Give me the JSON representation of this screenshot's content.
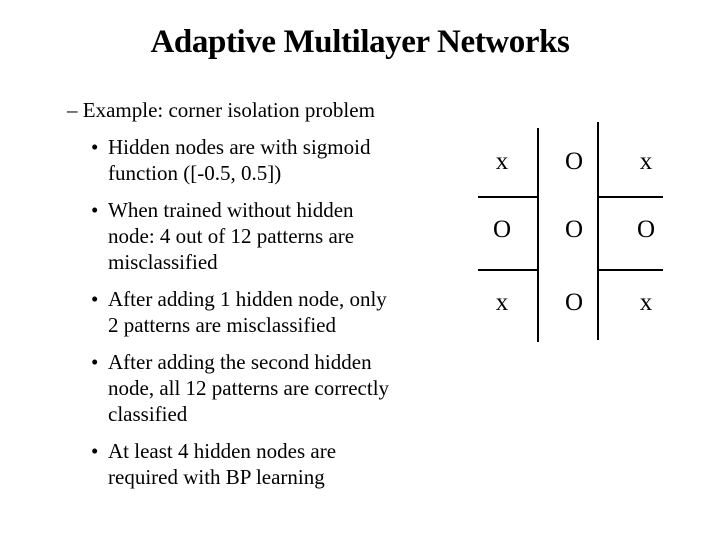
{
  "slide": {
    "title": "Adaptive Multilayer Networks",
    "background_color": "#ffffff",
    "text_color": "#000000"
  },
  "content": {
    "heading": "– Example: corner isolation problem",
    "bullet_char": "•",
    "bullets": [
      {
        "lines": [
          "Hidden nodes are with sigmoid",
          "function ([-0.5, 0.5])"
        ]
      },
      {
        "lines": [
          "When trained without hidden",
          "node: 4 out of 12 patterns are",
          "misclassified"
        ]
      },
      {
        "lines": [
          "After adding 1 hidden node, only",
          "2 patterns are misclassified"
        ]
      },
      {
        "lines": [
          "After adding the second hidden",
          "node, all 12 patterns are correctly",
          "classified"
        ]
      },
      {
        "lines": [
          "At least 4 hidden nodes are",
          "required with BP learning"
        ]
      }
    ]
  },
  "figure": {
    "rows": [
      [
        "x",
        "O",
        "x"
      ],
      [
        "O",
        "O",
        "O"
      ],
      [
        "x",
        "O",
        "x"
      ]
    ]
  }
}
